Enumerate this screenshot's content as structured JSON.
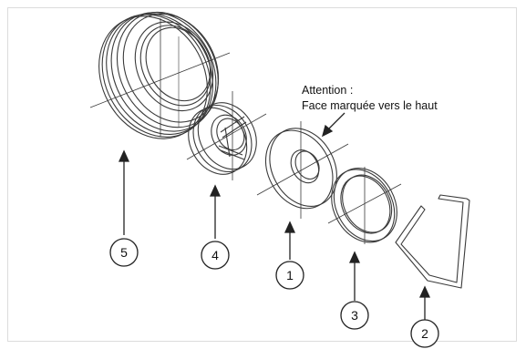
{
  "annotation": {
    "line1": "Attention :",
    "line2": "Face marquée vers le haut"
  },
  "parts": [
    {
      "id": "part-5",
      "label": "5"
    },
    {
      "id": "part-4",
      "label": "4"
    },
    {
      "id": "part-1",
      "label": "1"
    },
    {
      "id": "part-3",
      "label": "3"
    },
    {
      "id": "part-2",
      "label": "2"
    }
  ],
  "colors": {
    "line": "#3a3a3a",
    "background": "#ffffff",
    "frame": "#dcdcdc"
  }
}
